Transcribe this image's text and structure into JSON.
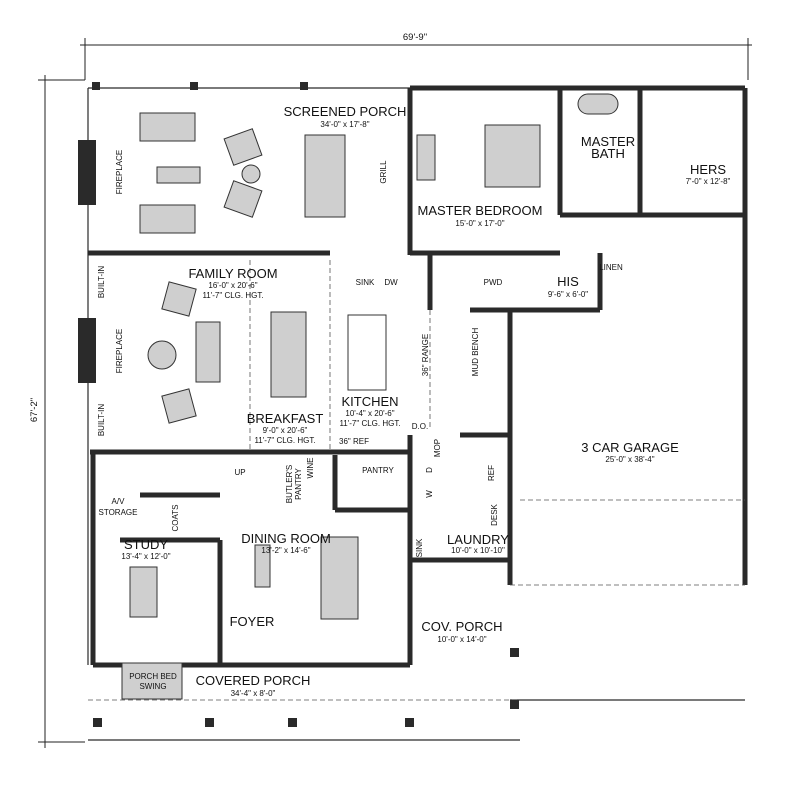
{
  "dimensions": {
    "width": "69'-9\"",
    "depth": "67'-2\""
  },
  "rooms": {
    "screened_porch": {
      "name": "SCREENED PORCH",
      "size": "34'-0\" x 17'-8\""
    },
    "master_bedroom": {
      "name": "MASTER BEDROOM",
      "size": "15'-0\" x 17'-0\""
    },
    "master_bath": {
      "name1": "MASTER",
      "name2": "BATH"
    },
    "hers": {
      "name": "HERS",
      "size": "7'-0\" x 12'-8\""
    },
    "his": {
      "name": "HIS",
      "size": "9'-6\" x 6'-0\""
    },
    "family_room": {
      "name": "FAMILY ROOM",
      "size": "16'-0\" x 20'-6\"",
      "ceiling": "11'-7\" CLG. HGT."
    },
    "breakfast": {
      "name": "BREAKFAST",
      "size": "9'-0\" x 20'-6\"",
      "ceiling": "11'-7\" CLG. HGT."
    },
    "kitchen": {
      "name": "KITCHEN",
      "size": "10'-4\" x 20'-6\"",
      "ceiling": "11'-7\" CLG. HGT."
    },
    "garage": {
      "name": "3 CAR GARAGE",
      "size": "25'-0\" x 38'-4\""
    },
    "study": {
      "name": "STUDY",
      "size": "13'-4\" x 12'-0\""
    },
    "dining_room": {
      "name": "DINING ROOM",
      "size": "13'-2\" x 14'-6\""
    },
    "laundry": {
      "name": "LAUNDRY",
      "size": "10'-0\" x 10'-10\""
    },
    "cov_porch": {
      "name": "COV. PORCH",
      "size": "10'-0\" x 14'-0\""
    },
    "covered_porch": {
      "name": "COVERED PORCH",
      "size": "34'-4\" x 8'-0\""
    },
    "foyer": {
      "name": "FOYER"
    }
  },
  "labels": {
    "fireplace": "FIREPLACE",
    "built_in": "BUILT-IN",
    "grill": "GRILL",
    "sink": "SINK",
    "dw": "DW",
    "range": "36\" RANGE",
    "mud_bench": "MUD BENCH",
    "ref36": "36\" REF",
    "do": "D.O.",
    "mop": "MOP",
    "pwd": "PWD",
    "linen": "LINEN",
    "av1": "A/V",
    "av2": "STORAGE",
    "coats": "COATS",
    "up": "UP",
    "butlers1": "BUTLER'S",
    "butlers2": "PANTRY",
    "wine": "WINE",
    "pantry": "PANTRY",
    "d": "D",
    "w": "W",
    "ref": "REF",
    "desk": "DESK",
    "swing1": "PORCH BED",
    "swing2": "SWING"
  }
}
